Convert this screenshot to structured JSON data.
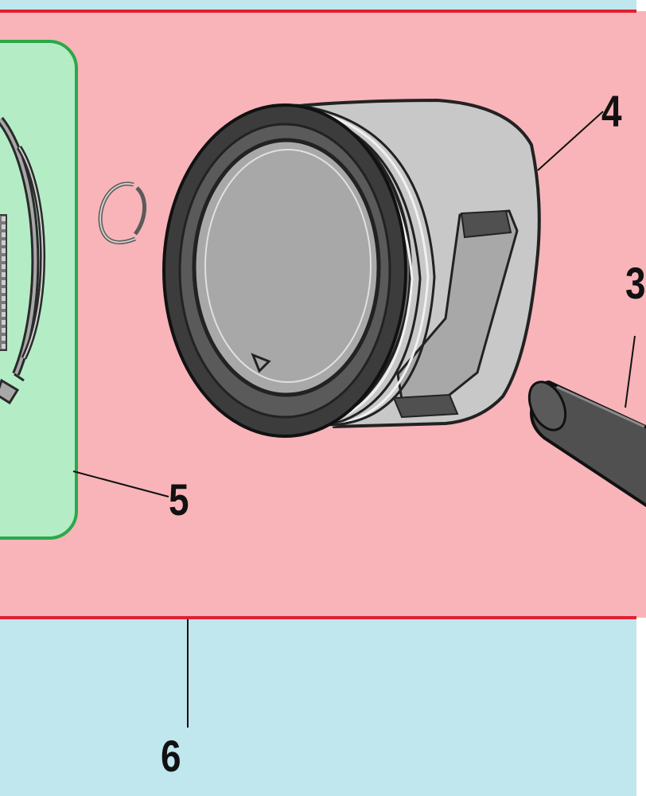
{
  "colors": {
    "background": "#c0e6ee",
    "assembly_fill": "#f8b4b8",
    "assembly_border": "#e02030",
    "ring_group_fill": "#b4ecc6",
    "ring_group_border": "#2aa848",
    "part_light": "#c8c8c8",
    "part_mid": "#a8a8a8",
    "part_dark": "#505050",
    "leader": "#111111"
  },
  "callouts": {
    "pin": "3",
    "piston": "4",
    "piston_rings": "5",
    "piston_assembly": "6"
  }
}
